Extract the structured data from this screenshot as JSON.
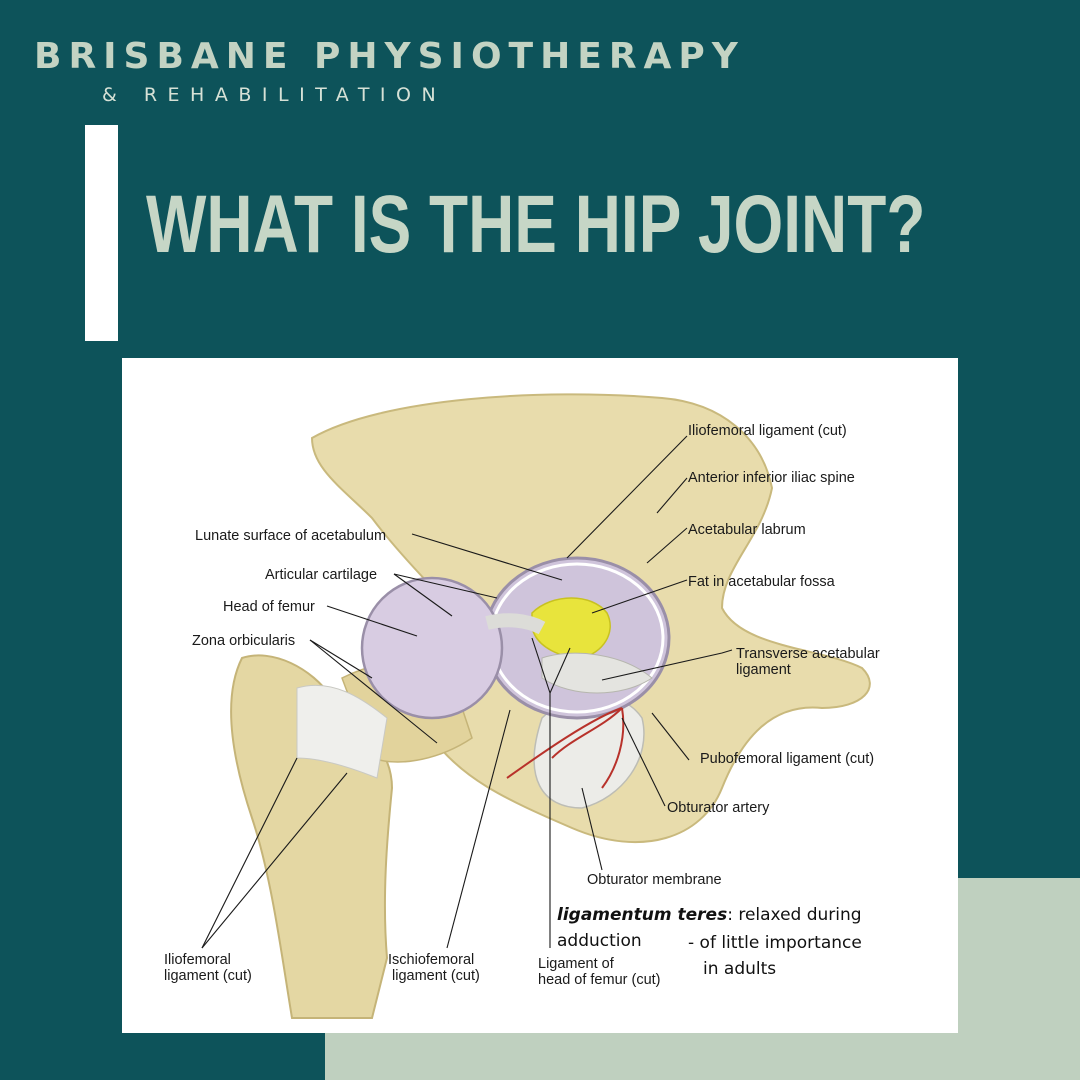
{
  "brand": {
    "name": "BRISBANE PHYSIOTHERAPY",
    "subtitle": "& REHABILITATION"
  },
  "title": "WHAT IS THE HIP JOINT?",
  "colors": {
    "background": "#0d535a",
    "accent_text": "#c3d3c3",
    "bar": "#ffffff",
    "corner_block": "#bfd0bf",
    "bone": "#e6d9a8",
    "cartilage": "#d9cde0",
    "fat": "#e6e23a",
    "artery": "#c0392b"
  },
  "diagram": {
    "labels": {
      "iliofemoral_cut_top": "Iliofemoral ligament (cut)",
      "anterior_inferior_iliac_spine": "Anterior inferior iliac spine",
      "acetabular_labrum": "Acetabular labrum",
      "fat_in_acetabular_fossa": "Fat in acetabular fossa",
      "transverse_acetabular_1": "Transverse acetabular",
      "transverse_acetabular_2": "ligament",
      "pubofemoral": "Pubofemoral ligament (cut)",
      "obturator_artery": "Obturator artery",
      "obturator_membrane": "Obturator membrane",
      "lunate_surface": "Lunate surface of acetabulum",
      "articular_cartilage": "Articular cartilage",
      "head_of_femur": "Head of femur",
      "zona_orbicularis": "Zona orbicularis",
      "iliofemoral_bottom_1": "Iliofemoral",
      "iliofemoral_bottom_2": "ligament (cut)",
      "ischiofemoral_1": "Ischiofemoral",
      "ischiofemoral_2": "ligament (cut)",
      "lig_head_femur_1": "Ligament of",
      "lig_head_femur_2": "head of femur (cut)"
    },
    "note": {
      "term": "ligamentum teres",
      "line1_rest": ": relaxed during",
      "line2": "adduction",
      "bullet1": "- of little importance",
      "bullet2": "in adults"
    }
  }
}
